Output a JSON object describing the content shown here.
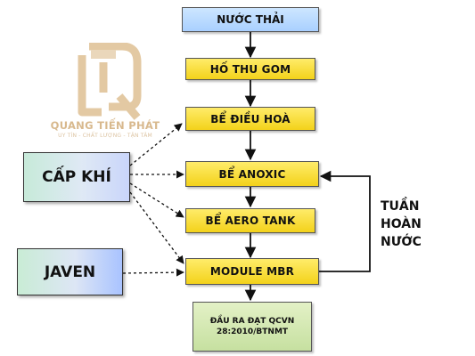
{
  "brand": {
    "name": "QUANG TIẾN PHÁT",
    "tagline": "UY TÍN - CHẤT LƯỢNG - TẬN TÂM"
  },
  "flow": {
    "source": "NƯỚC THẢI",
    "collection_pit": "HỐ THU GOM",
    "equalization_tank": "BỂ ĐIỀU HOÀ",
    "anoxic_tank": "BỂ ANOXIC",
    "aerotank": "BỂ AERO TANK",
    "mbr_module": "MODULE MBR",
    "output_line1": "ĐẦU RA ĐẠT QCVN",
    "output_line2": "28:2010/BTNMT"
  },
  "inputs": {
    "air_supply": "CẤP KHÍ",
    "javen": "JAVEN"
  },
  "recycle": {
    "line1": "TUẦN",
    "line2": "HOÀN",
    "line3": "NƯỚC"
  },
  "colors": {
    "stage_fill": "#f3d21a",
    "source_fill": "#a9d0ff",
    "output_fill": "#c6e0a0",
    "brand_gold": "#d8b98e"
  }
}
